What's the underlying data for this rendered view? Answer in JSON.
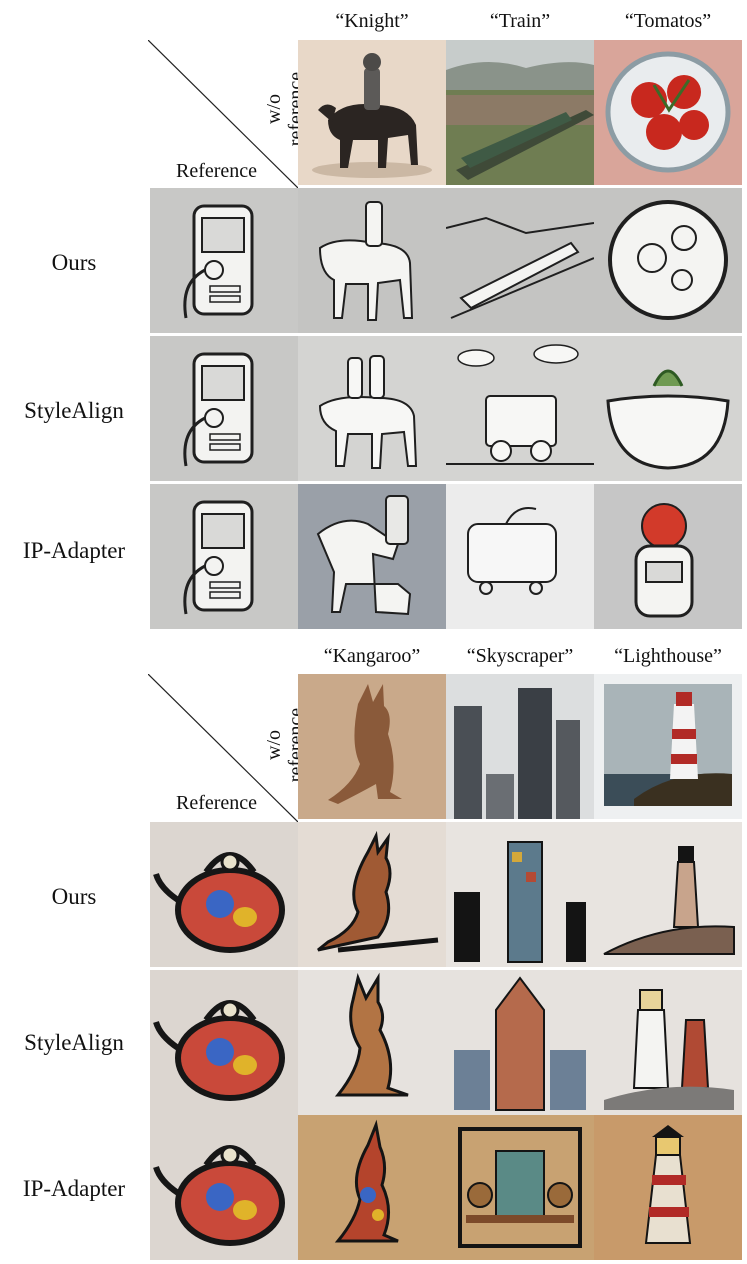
{
  "panels": [
    {
      "columns": [
        "“Knight”",
        "“Train”",
        "“Tomatos”"
      ],
      "corner_top": "w/o\nreference",
      "corner_top_lines": [
        "w/o",
        "reference"
      ],
      "corner_bottom": "Reference",
      "rows": [
        "Ours",
        "StyleAlign",
        "IP-Adapter"
      ]
    },
    {
      "columns": [
        "“Kangaroo”",
        "“Skyscraper”",
        "“Lighthouse”"
      ],
      "corner_top_lines": [
        "w/o",
        "reference"
      ],
      "corner_bottom": "Reference",
      "rows": [
        "Ours",
        "StyleAlign",
        "IP-Adapter"
      ]
    }
  ]
}
